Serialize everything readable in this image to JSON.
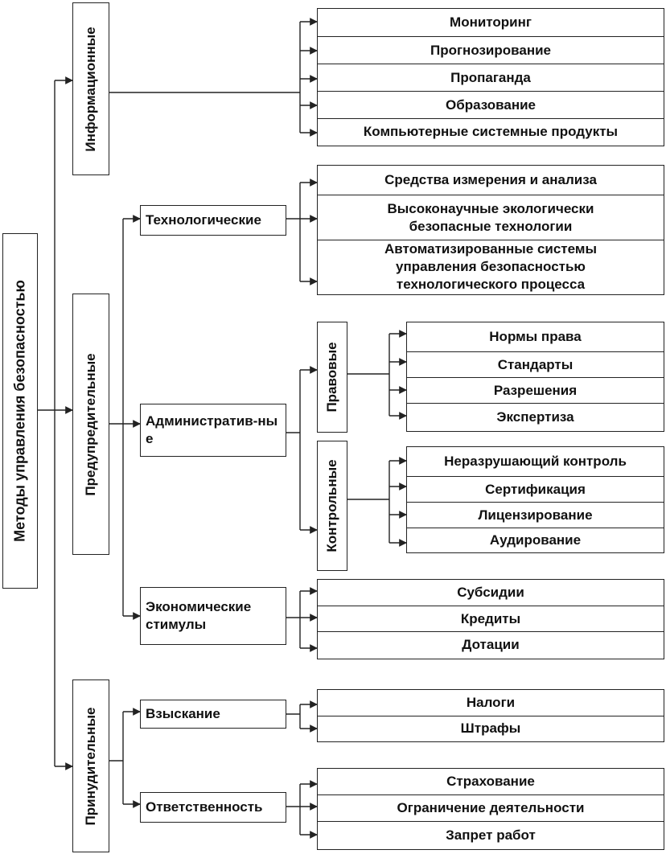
{
  "root": "Методы управления безопасностью",
  "informational": {
    "title": "Информационные",
    "items": [
      "Мониторинг",
      "Прогнозирование",
      "Пропаганда",
      "Образование",
      "Компьютерные системные продукты"
    ]
  },
  "preventive": {
    "title": "Предупредительные",
    "technological": {
      "title": "Технологические",
      "items": [
        "Средства измерения и анализа",
        "Высоконаучные экологически безопасные технологии",
        "Автоматизированные системы управления безопасностью технологического процесса"
      ]
    },
    "administrative": {
      "title": "Административ-ные",
      "legal": {
        "title": "Правовые",
        "items": [
          "Нормы права",
          "Стандарты",
          "Разрешения",
          "Экспертиза"
        ]
      },
      "control": {
        "title": "Контрольные",
        "items": [
          "Неразрушающий контроль",
          "Сертификация",
          "Лицензирование",
          "Аудирование"
        ]
      }
    },
    "economic": {
      "title": "Экономические стимулы",
      "items": [
        "Субсидии",
        "Кредиты",
        "Дотации"
      ]
    }
  },
  "coercive": {
    "title": "Принудительные",
    "recovery": {
      "title": "Взыскание",
      "items": [
        "Налоги",
        "Штрафы"
      ]
    },
    "liability": {
      "title": "Ответственность",
      "items": [
        "Страхование",
        "Ограничение деятельности",
        "Запрет работ"
      ]
    }
  }
}
